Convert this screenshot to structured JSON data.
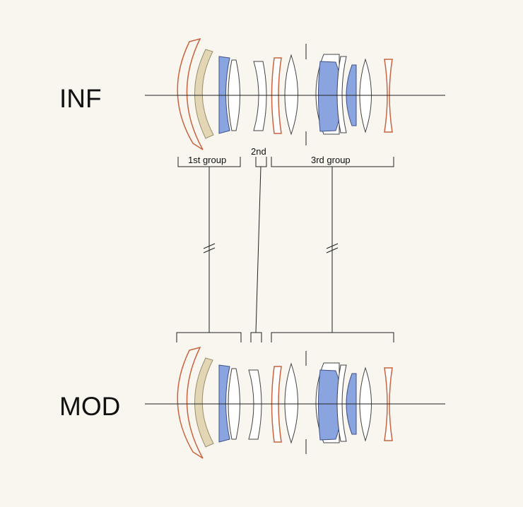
{
  "labels": {
    "inf": "INF",
    "mod": "MOD",
    "group1": "1st group",
    "group2": "2nd",
    "group3": "3rd group"
  },
  "colors": {
    "background": "#f9f6ef",
    "line": "#222222",
    "orange_element": "#c8643f",
    "cream_element": "#e2d6b5",
    "cream_stroke": "#9a8d6c",
    "blue_element": "#8aa4e0",
    "blue_stroke": "#3d4f8c",
    "white_element": "#ffffff",
    "white_stroke": "#444444"
  }
}
